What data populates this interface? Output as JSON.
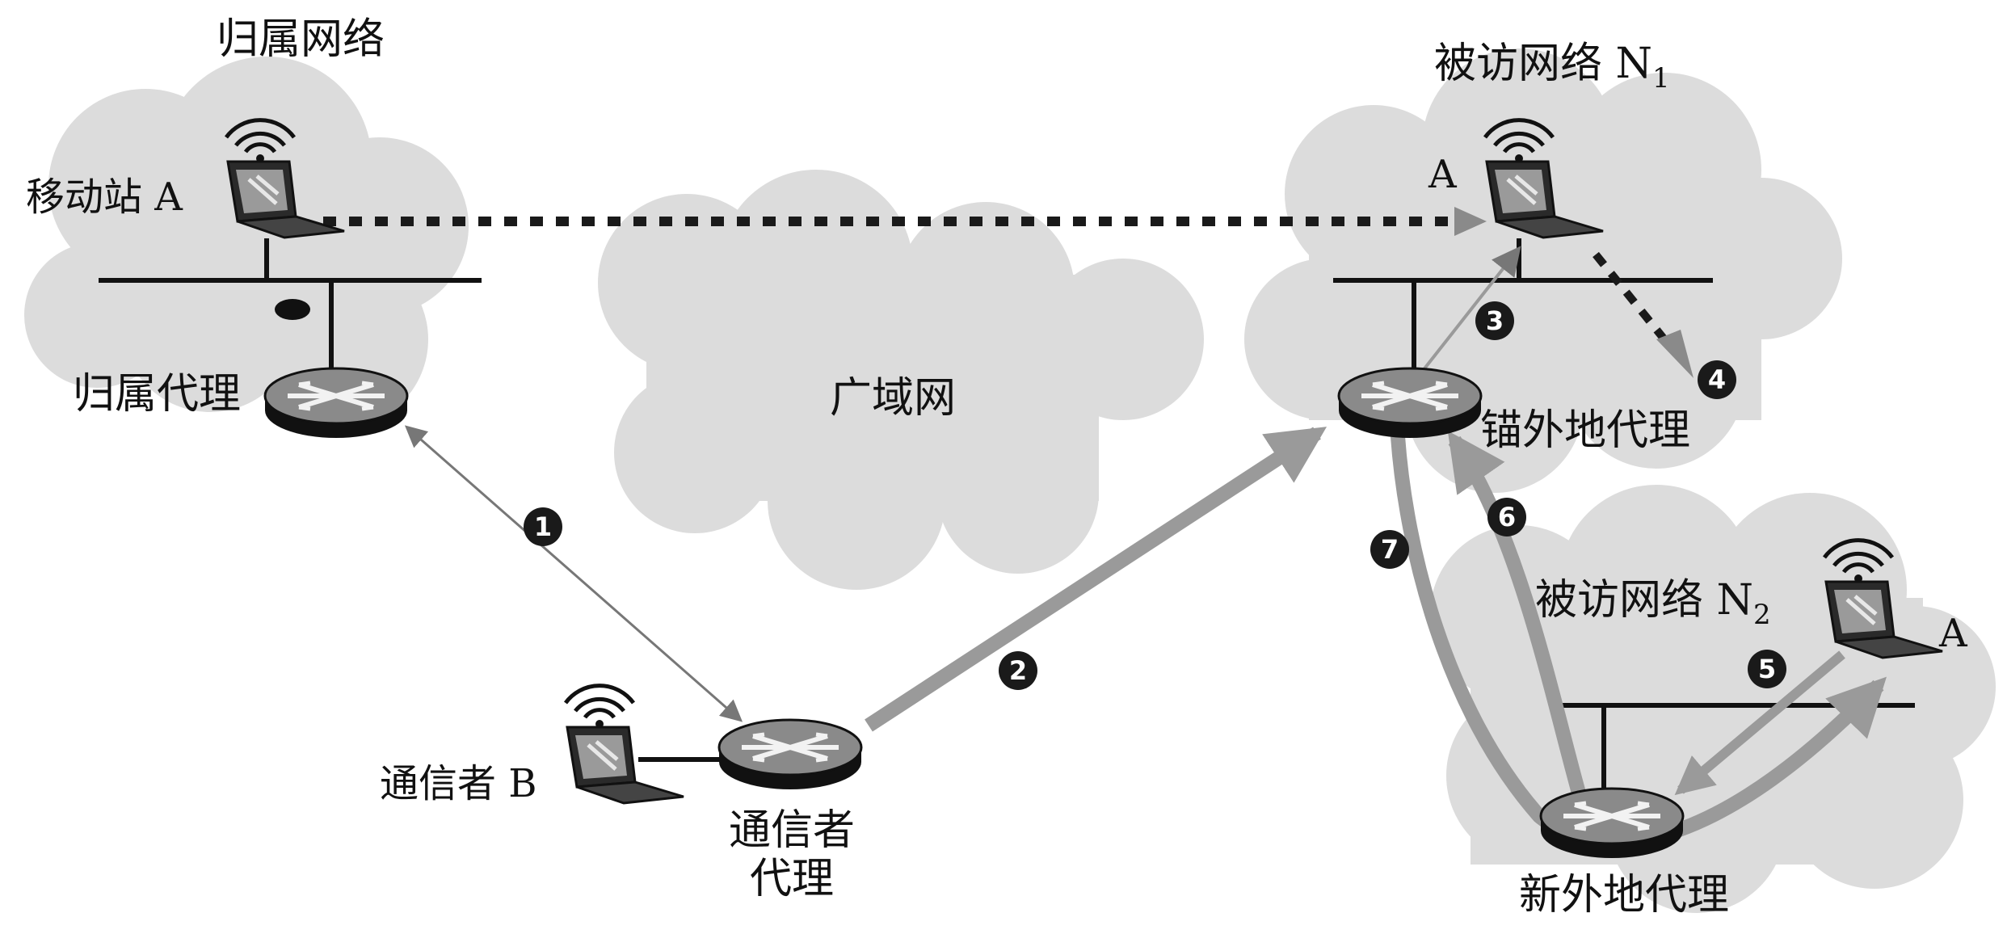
{
  "labels": {
    "home_network": "归属网络",
    "mobile_a": "移动站 A",
    "home_agent": "归属代理",
    "wan": "广域网",
    "visited_n1": "被访网络 N",
    "visited_n1_sub": "1",
    "a_n1": "A",
    "anchor_fa": "锚外地代理",
    "correspondent_b": "通信者 B",
    "corr_agent_line1": "通信者",
    "corr_agent_line2": "代理",
    "visited_n2": "被访网络 N",
    "visited_n2_sub": "2",
    "a_n2": "A",
    "new_fa": "新外地代理"
  },
  "steps": [
    "1",
    "2",
    "3",
    "4",
    "5",
    "6",
    "7"
  ],
  "colors": {
    "cloud": "#dcdcdc",
    "arrow_gray": "#9a9a9a",
    "line": "#111111",
    "marker": "#1a1a1a"
  },
  "icons": {
    "router": "router-icon",
    "laptop": "wireless-laptop-icon"
  }
}
